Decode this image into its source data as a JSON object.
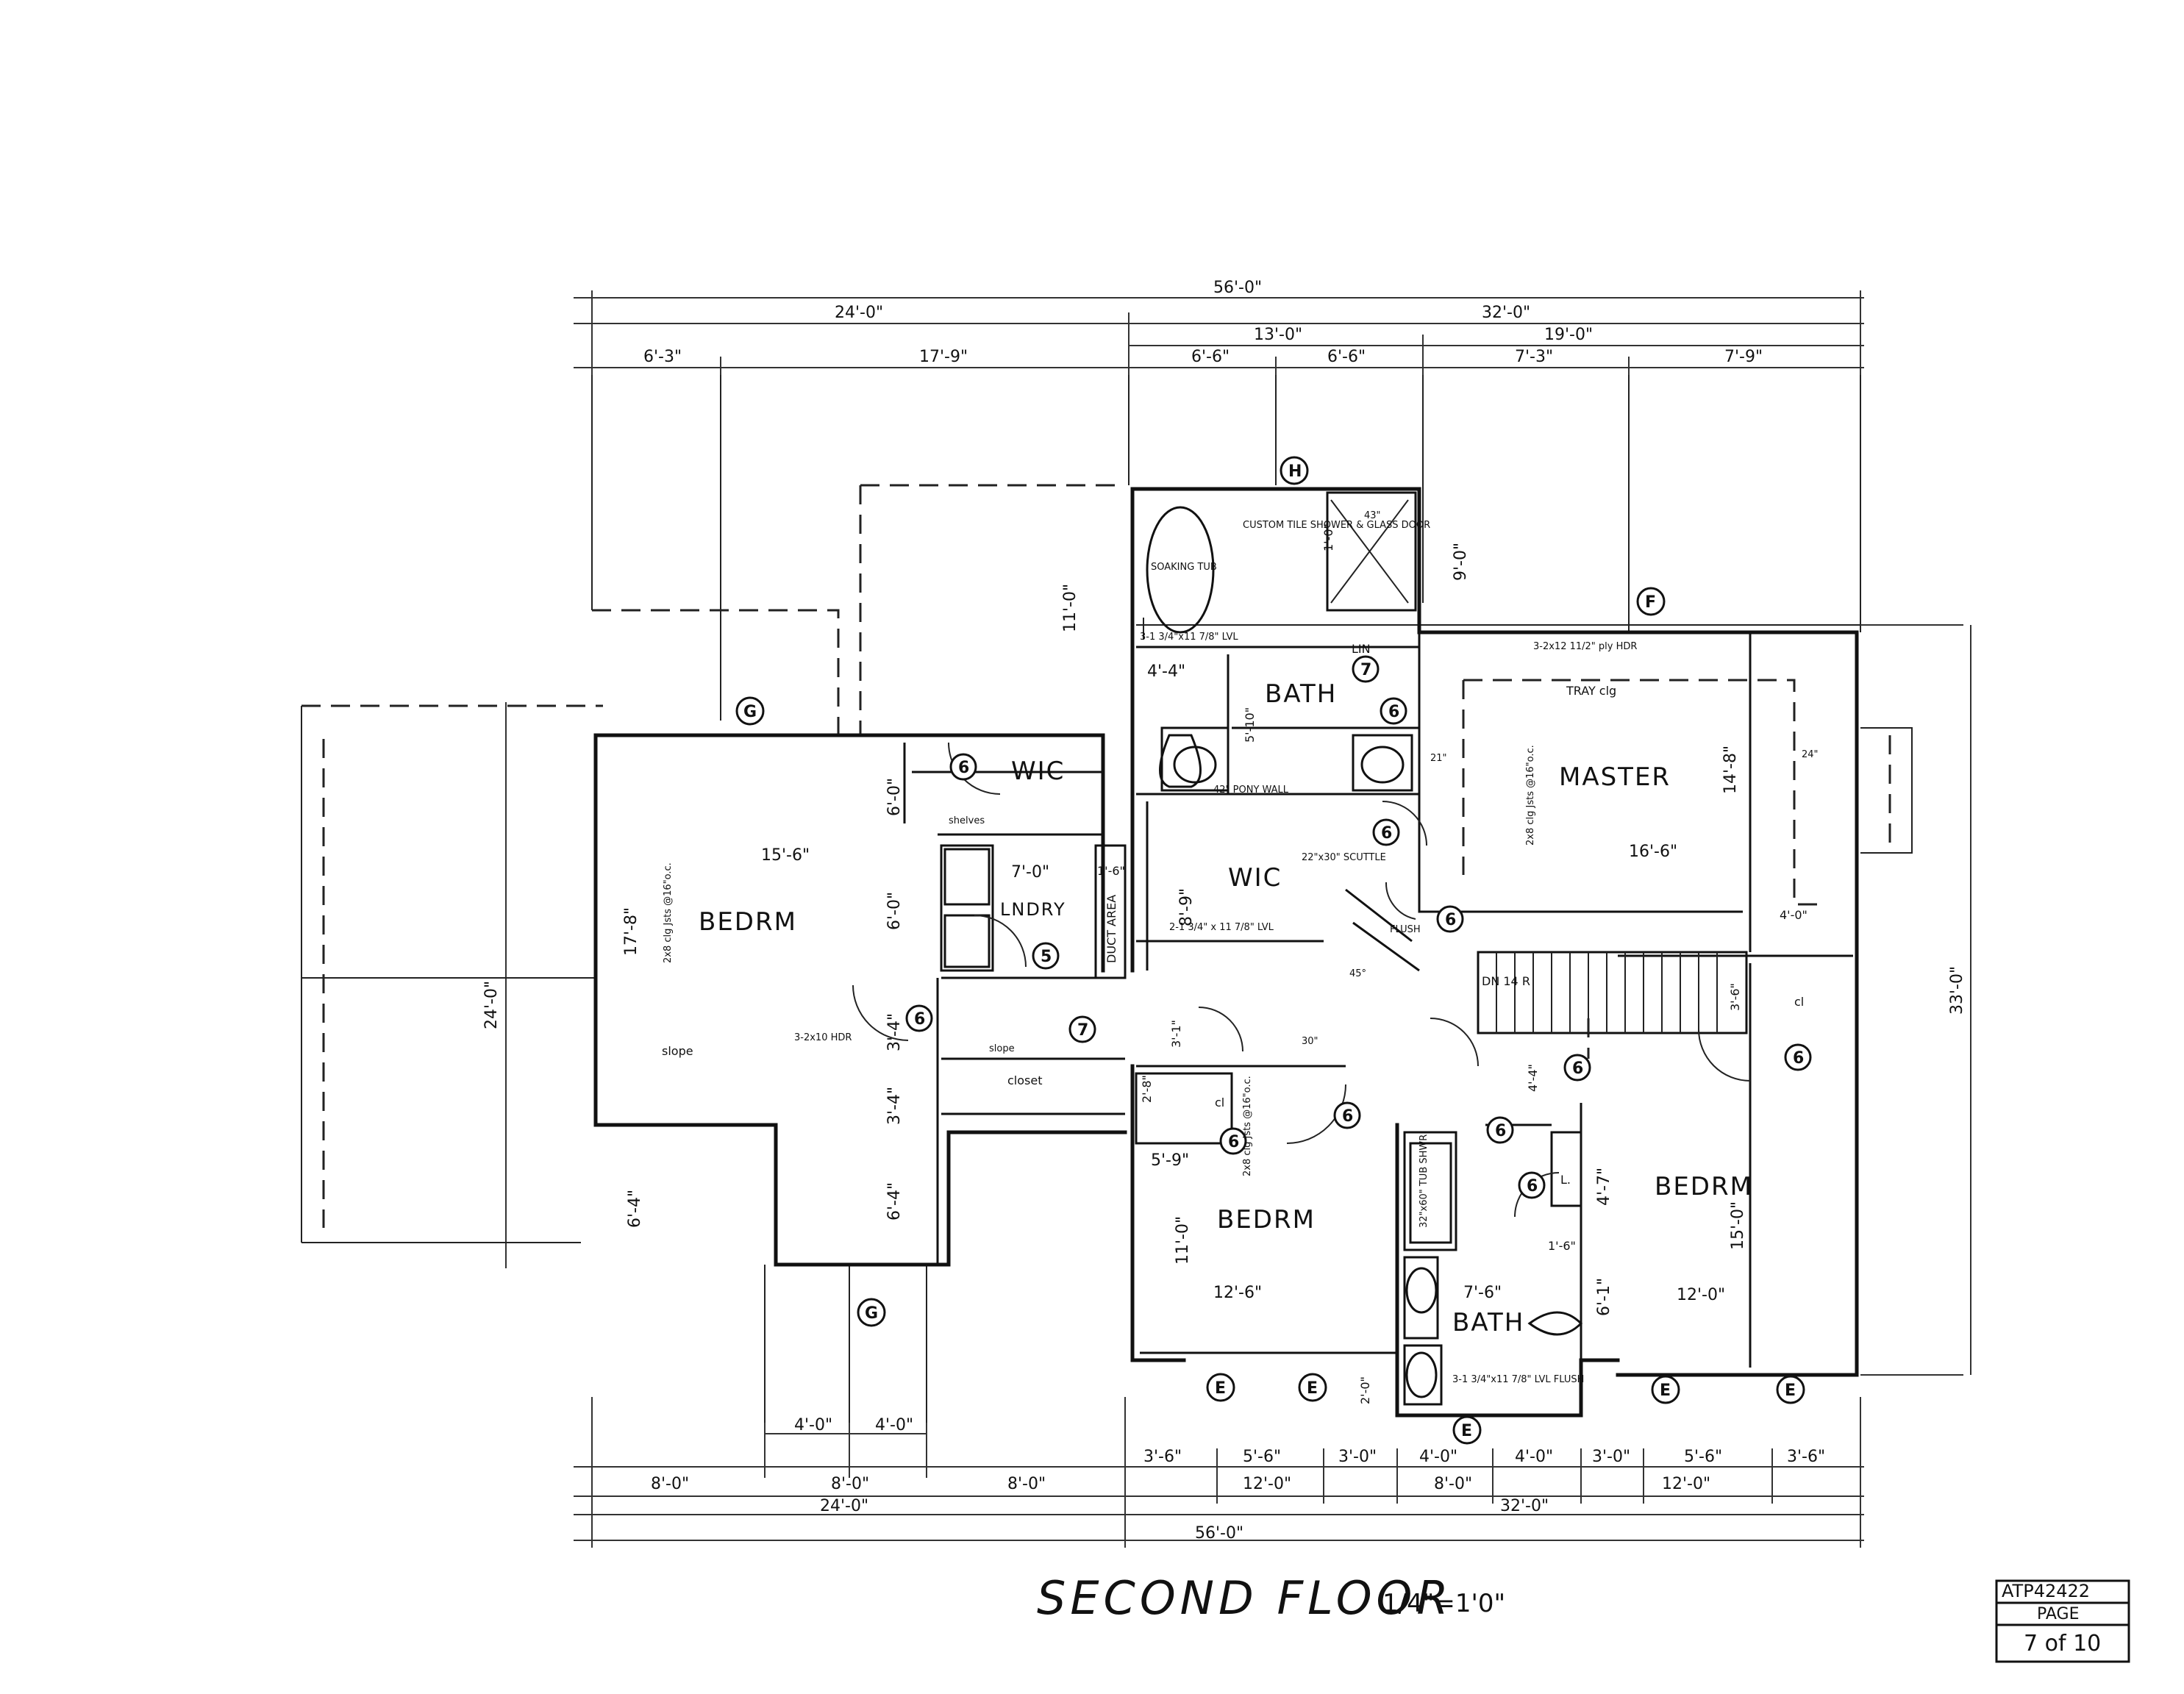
{
  "title": {
    "name": "SECOND FLOOR",
    "scale": "1/4\"=1'0\""
  },
  "title_block": {
    "plan_number": "ATP42422",
    "page_label": "PAGE",
    "page_number": "7 of 10"
  },
  "dimensions_top": {
    "overall": "56'-0\"",
    "left_total": "24'-0\"",
    "right_total": "32'-0\"",
    "seg_13": "13'-0\"",
    "seg_19": "19'-0\"",
    "seg_6_3": "6'-3\"",
    "seg_17_9": "17'-9\"",
    "seg_6_6a": "6'-6\"",
    "seg_6_6b": "6'-6\"",
    "seg_7_3": "7'-3\"",
    "seg_7_9": "7'-9\""
  },
  "dimensions_bottom": {
    "overall": "56'-0\"",
    "left_total": "24'-0\"",
    "right_total": "32'-0\"",
    "seg_8a": "8'-0\"",
    "seg_8b": "8'-0\"",
    "seg_4a": "4'-0\"",
    "seg_4b": "4'-0\"",
    "seg_8c": "8'-0\"",
    "seg_3_6a": "3'-6\"",
    "seg_5_6a": "5'-6\"",
    "seg_3_0a": "3'-0\"",
    "seg_4_0c": "4'-0\"",
    "seg_4_0d": "4'-0\"",
    "seg_3_0b": "3'-0\"",
    "seg_5_6b": "5'-6\"",
    "seg_3_6b": "3'-6\"",
    "seg_12a": "12'-0\"",
    "seg_8d": "8'-0\"",
    "seg_12b": "12'-0\""
  },
  "dimensions_side": {
    "left_overall": "24'-0\"",
    "right_overall": "33'-0\""
  },
  "rooms": {
    "bedroom_left": "BEDRM",
    "master": "MASTER",
    "bath_master": "BATH",
    "wic_left": "WIC",
    "wic_master": "WIC",
    "laundry": "LNDRY",
    "bedroom_center": "BEDRM",
    "bedroom_right": "BEDRM",
    "bath_hall": "BATH",
    "closet": "closet",
    "duct_area": "DUCT AREA",
    "linen": "LIN",
    "linen2": "L.",
    "cl_small": "cl",
    "cl_right": "cl",
    "stair": "DN 14 R"
  },
  "notes": {
    "soaking_tub": "SOAKING TUB",
    "custom_tile": "CUSTOM TILE SHOWER & GLASS DOOR",
    "shower_size": "43\"",
    "tray_clg": "TRAY clg",
    "joists_left": "2x8 clg Jsts @16\"o.c.",
    "joists_master": "2x8 clg Jsts @16\"o.c.",
    "joists_center": "2x8 clg Jsts @16\"o.c.",
    "beam_bath": "3-1 3/4\"x11 7/8\" LVL",
    "beam_wic": "2-1 3/4\" x 11 7/8\" LVL",
    "beam_top": "3-2x12 11/2\" ply HDR",
    "beam_bottom": "3-1 3/4\"x11 7/8\" LVL FLUSH",
    "beam_left": "3-2x10 HDR",
    "scuttle": "22\"x30\" SCUTTLE",
    "shelves": "shelves",
    "slope_left": "slope",
    "slope_closet": "slope",
    "flush": "FLUSH",
    "tub_shwr": "32\"x60\" TUB SHWR",
    "pony_wall": "42\" PONY WALL",
    "angle_45": "45°",
    "dim_21": "21\"",
    "dim_24": "24\"",
    "dim_30": "30\""
  },
  "room_dims": {
    "bedrm_left_w": "15'-6\"",
    "bedrm_left_h": "17'-8\"",
    "master_w": "16'-6\"",
    "master_h": "14'-8\"",
    "bedrm_center_w": "12'-6\"",
    "bedrm_center_h": "11'-0\"",
    "bedrm_right_w": "12'-0\"",
    "bedrm_right_h": "15'-0\"",
    "bath_w": "7'-6\"",
    "lndry_w": "7'-0\"",
    "duct_w": "1'-6\"",
    "wic_h": "8'-9\"",
    "v_11_0": "11'-0\"",
    "v_6_0": "6'-0\"",
    "v_9_0": "9'-0\"",
    "v_6_0b": "6'-0\"",
    "v_3_4": "3'-4\"",
    "v_3_4b": "3'-4\"",
    "v_6_4": "6'-4\"",
    "v_6_4b": "6'-4\"",
    "v_5_9": "5'-9\"",
    "v_4_4": "4'-4\"",
    "v_4_7": "4'-7\"",
    "v_6_1": "6'-1\"",
    "v_4_0": "4'-0\"",
    "v_5_10": "5'-10\"",
    "v_4_4b": "4'-4\"",
    "v_3_1": "3'-1\"",
    "v_2_8": "2'-8\"",
    "v_2_0": "2'-0\"",
    "v_1_6": "1'-6\"",
    "v_1_0": "1'-0\"",
    "v_3_6": "3'-6\""
  },
  "tags": {
    "H": "H",
    "F": "F",
    "G": "G",
    "E": "E",
    "d5": "5",
    "d6": "6",
    "d7": "7"
  }
}
